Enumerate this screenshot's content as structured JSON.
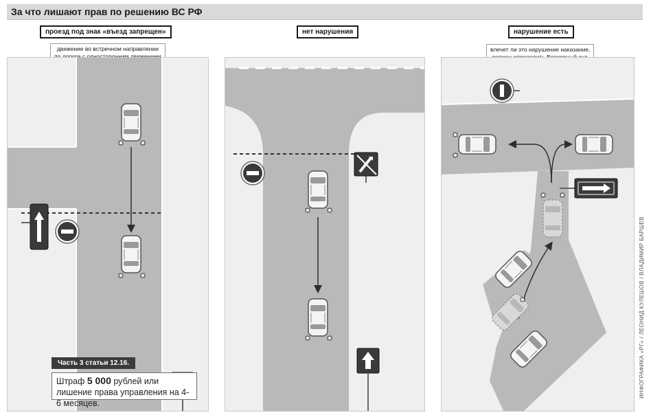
{
  "title": "За что лишают прав по решению ВС РФ",
  "panels": [
    {
      "tag": "проезд под знак «въезд запрещен»",
      "note_line1": "движение во встречном направлении",
      "note_line2": "по дороге с односторонним движением",
      "law_label": "Часть 3 статьи 12.16.",
      "fine_prefix": "Штраф ",
      "fine_amount": "5 000",
      "fine_rest": " рублей или лишение права управления на 4-6 месяцев."
    },
    {
      "tag": "нет нарушения"
    },
    {
      "tag": "нарушение есть",
      "note_line1": "влечет ли это нарушение наказание,",
      "note_line2": "должен определить Верховный суд."
    }
  ],
  "credit": "ИНФОГРАФИКА «РГ» / ЛЕОНИД КУЛЕШОВ / ВЛАДИМИР БАРШЕВ",
  "icons": [
    "no-entry-sign-icon",
    "one-way-sign-icon",
    "end-one-way-sign-icon",
    "direction-arrow-sign-icon",
    "car-icon",
    "arrow-icon"
  ],
  "colors": {
    "road": "#b9b9b9",
    "sidewalk": "#efefef",
    "sign_dark": "#3a3a3a",
    "title_bar": "#d9d9d9",
    "law_tag": "#3b3b3b"
  }
}
